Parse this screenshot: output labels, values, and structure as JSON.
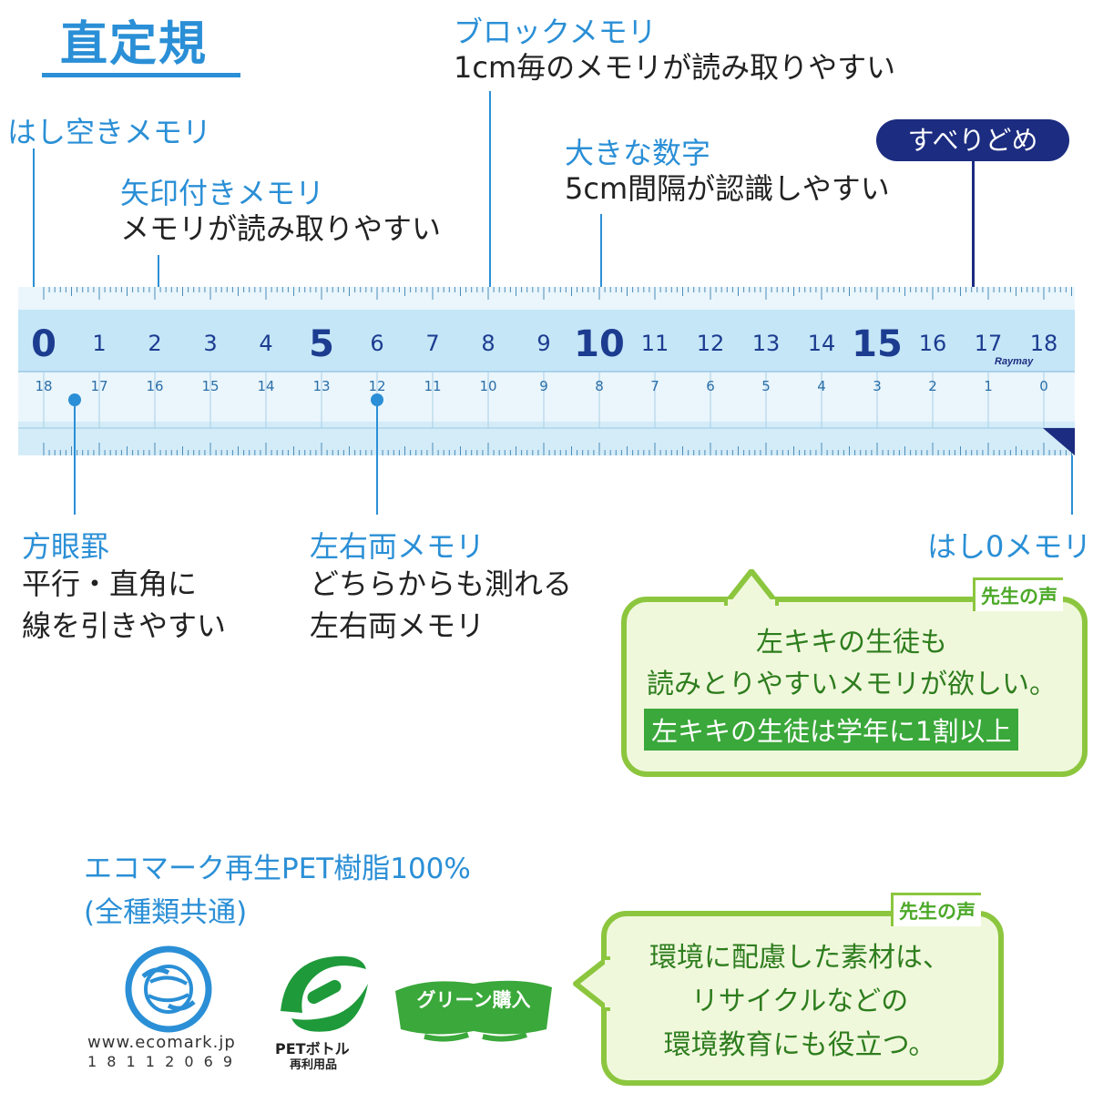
{
  "title": "直定規",
  "labels": {
    "hashi_aki": "はし空きメモリ",
    "yajirushi_title": "矢印付きメモリ",
    "yajirushi_desc": "メモリが読み取りやすい",
    "block_title": "ブロックメモリ",
    "block_desc": "1cm毎のメモリが読み取りやすい",
    "ookina_title": "大きな数字",
    "ookina_desc": "5cm間隔が認識しやすい",
    "suberi": "すべりどめ",
    "hougan_title": "方眼罫",
    "hougan_desc1": "平行・直角に",
    "hougan_desc2": "線を引きやすい",
    "sayuu_title": "左右両メモリ",
    "sayuu_desc1": "どちらからも測れる",
    "sayuu_desc2": "左右両メモリ",
    "hashi0": "はし0メモリ"
  },
  "ruler": {
    "top_numbers": [
      "0",
      "1",
      "2",
      "3",
      "4",
      "5",
      "6",
      "7",
      "8",
      "9",
      "10",
      "11",
      "12",
      "13",
      "14",
      "15",
      "16",
      "17",
      "18"
    ],
    "bottom_numbers": [
      "18",
      "17",
      "16",
      "15",
      "14",
      "13",
      "12",
      "11",
      "10",
      "9",
      "8",
      "7",
      "6",
      "5",
      "4",
      "3",
      "2",
      "1",
      "0"
    ],
    "brand": "Raymay"
  },
  "bubble1": {
    "tag": "先生の声",
    "line1": "左キキの生徒も",
    "line2": "読みとりやすいメモリが欲しい。",
    "highlight": "左キキの生徒は学年に1割以上"
  },
  "eco": {
    "line1": "エコマーク再生PET樹脂100%",
    "line2": "(全種類共通)",
    "ecomark_url": "www.ecomark.jp",
    "ecomark_number": "1 8 1 1 2 0 6 9",
    "pet_label": "PETボトル",
    "pet_sub": "再利用品",
    "green_label": "グリーン購入"
  },
  "bubble2": {
    "tag": "先生の声",
    "line1": "環境に配慮した素材は、",
    "line2": "リサイクルなどの",
    "line3": "環境教育にも役立つ。"
  },
  "colors": {
    "accent_blue": "#2a8fd6",
    "navy": "#1c2c80",
    "green": "#8cc63e",
    "ruler_bg": "#d6effa"
  }
}
